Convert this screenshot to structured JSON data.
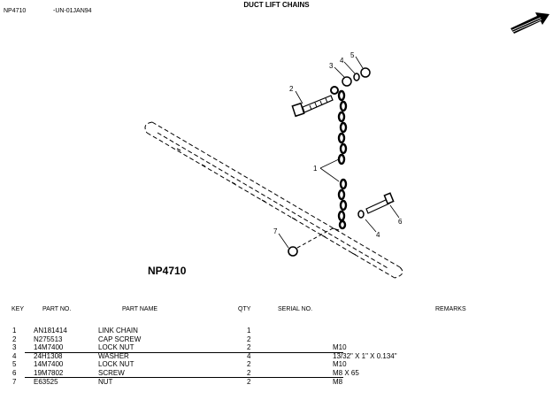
{
  "header": {
    "doc_code": "NP4710",
    "doc_ref": "-UN-01JAN94",
    "title": "DUCT LIFT CHAINS"
  },
  "figure": {
    "label": "NP4710",
    "callouts": [
      "1",
      "2",
      "3",
      "4",
      "5",
      "4",
      "6",
      "7"
    ]
  },
  "table": {
    "columns": [
      "KEY",
      "PART NO.",
      "PART NAME",
      "QTY",
      "SERIAL NO.",
      "REMARKS"
    ],
    "rows": [
      {
        "key": "1",
        "part_no": "AN181414",
        "name": "LINK CHAIN",
        "qty": "1",
        "remarks": ""
      },
      {
        "key": "2",
        "part_no": "N275513",
        "name": "CAP SCREW",
        "qty": "2",
        "remarks": ""
      },
      {
        "key": "3",
        "part_no": "14M7400",
        "name": "LOCK NUT",
        "qty": "2",
        "remarks": "M10"
      },
      {
        "key": "4",
        "part_no": "24H1308",
        "name": "WASHER",
        "qty": "4",
        "remarks": "13/32\" X 1\" X 0.134\""
      },
      {
        "key": "5",
        "part_no": "14M7400",
        "name": "LOCK NUT",
        "qty": "2",
        "remarks": "M10"
      },
      {
        "key": "6",
        "part_no": "19M7802",
        "name": "SCREW",
        "qty": "2",
        "remarks": "M8 X 65"
      },
      {
        "key": "7",
        "part_no": "E63525",
        "name": "NUT",
        "qty": "2",
        "remarks": "M8"
      }
    ]
  }
}
